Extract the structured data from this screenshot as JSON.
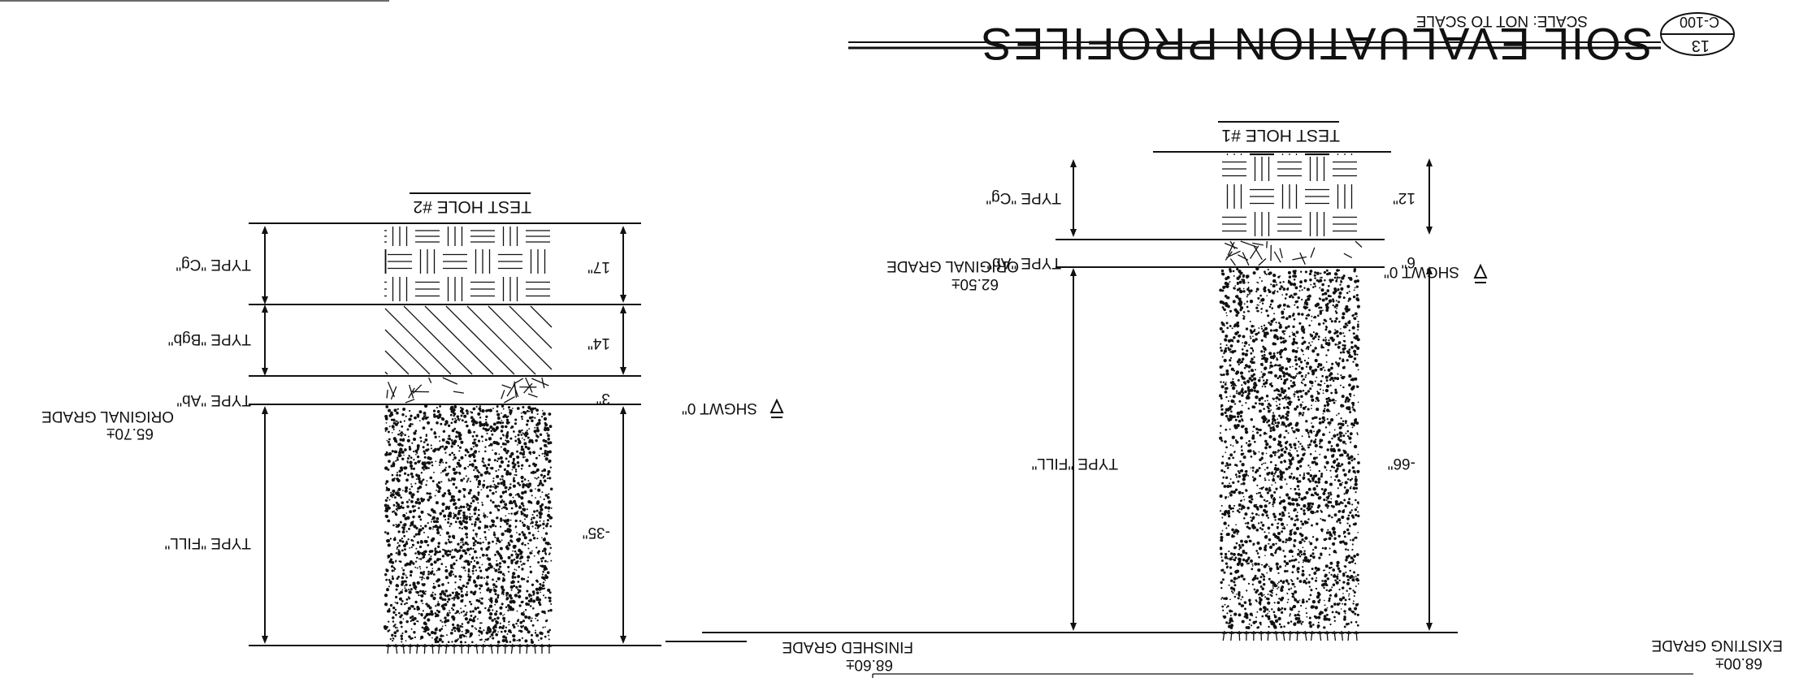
{
  "sheet": {
    "title": "SOIL EVALUATION PROFILES",
    "scale_text": "SCALE:  NOT TO SCALE",
    "detail_number": "13",
    "sheet_number": "C-100"
  },
  "profiles": [
    {
      "hole_label": "TEST HOLE #1",
      "layers": [
        {
          "type_label": "TYPE \"Cg\"",
          "thickness": "12\""
        },
        {
          "type_label": "TYPE \"Ab\"",
          "thickness": "6\""
        },
        {
          "type_label": "TYPE \"FILL\"",
          "thickness": "-66\""
        }
      ],
      "shgwt": "SHGWT 0\"",
      "original_grade": {
        "value": "62.50±",
        "label": "ORIGINAL GRADE"
      },
      "bottom_grade": {
        "value": "68.00±",
        "label": "EXISTING GRADE"
      }
    },
    {
      "hole_label": "TEST HOLE #2",
      "layers": [
        {
          "type_label": "TYPE \"Cg\"",
          "thickness": "17\""
        },
        {
          "type_label": "TYPE \"Bgb\"",
          "thickness": "14\""
        },
        {
          "type_label": "TYPE \"Ab\"",
          "thickness": "3\""
        },
        {
          "type_label": "TYPE \"FILL\"",
          "thickness": "-35\""
        }
      ],
      "shgwt": "SHGWT 0\"",
      "original_grade": {
        "value": "65.70±",
        "label": "ORIGINAL GRADE"
      },
      "bottom_grade": {
        "value": "68.60±",
        "label": "FINISHED GRADE"
      }
    }
  ]
}
